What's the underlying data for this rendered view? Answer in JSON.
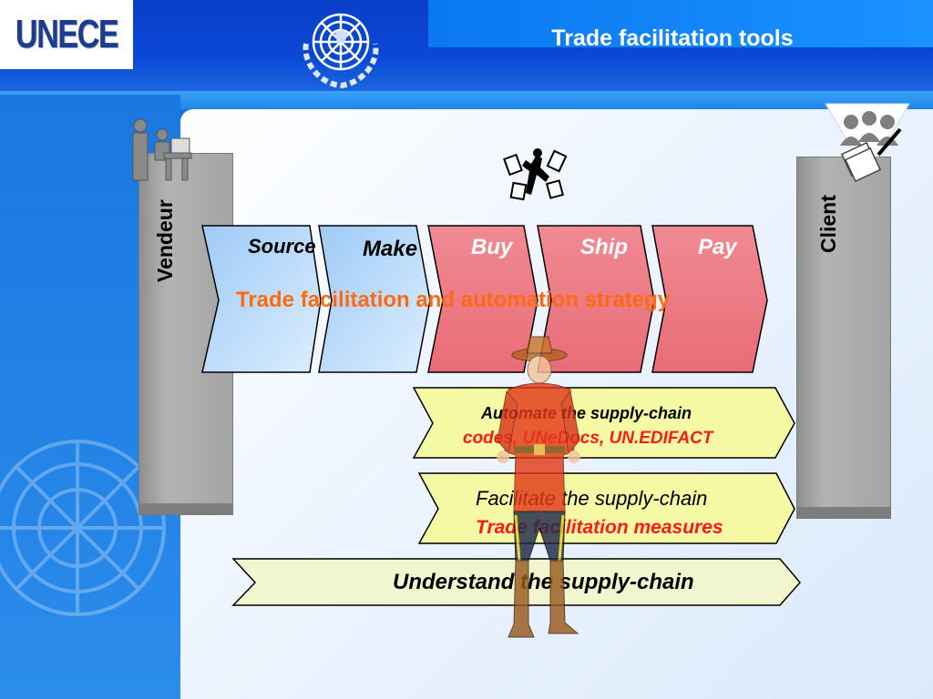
{
  "header": {
    "logo_text": "UNECE",
    "title": "Trade facilitation tools"
  },
  "columns": {
    "vendor_label": "Vendeur",
    "client_label": "Client"
  },
  "process": {
    "stages": [
      "Source",
      "Make",
      "Buy",
      "Ship",
      "Pay"
    ],
    "strategy": "Trade facilitation and automation strategy"
  },
  "bands": {
    "automate": {
      "title": "Automate the supply-chain",
      "tools": "codes, UNeDocs, UN.EDIFACT"
    },
    "facilitate": {
      "title": "Facilitate the supply-chain",
      "tools": "Trade facilitation measures"
    },
    "understand": {
      "title": "Understand the supply-chain"
    }
  },
  "colors": {
    "header_blue": "#0b48d6",
    "blue_chevron": "#c7e0fb",
    "red_chevron": "#ee7b85",
    "yellow_band": "#f6f9a4",
    "strategy_orange": "#ff6a10",
    "tools_red": "#ff1a1a"
  },
  "icons": [
    "un-emblem-icon",
    "vendor-people-icon",
    "client-people-icon",
    "juggler-icon",
    "mountie-figure"
  ]
}
